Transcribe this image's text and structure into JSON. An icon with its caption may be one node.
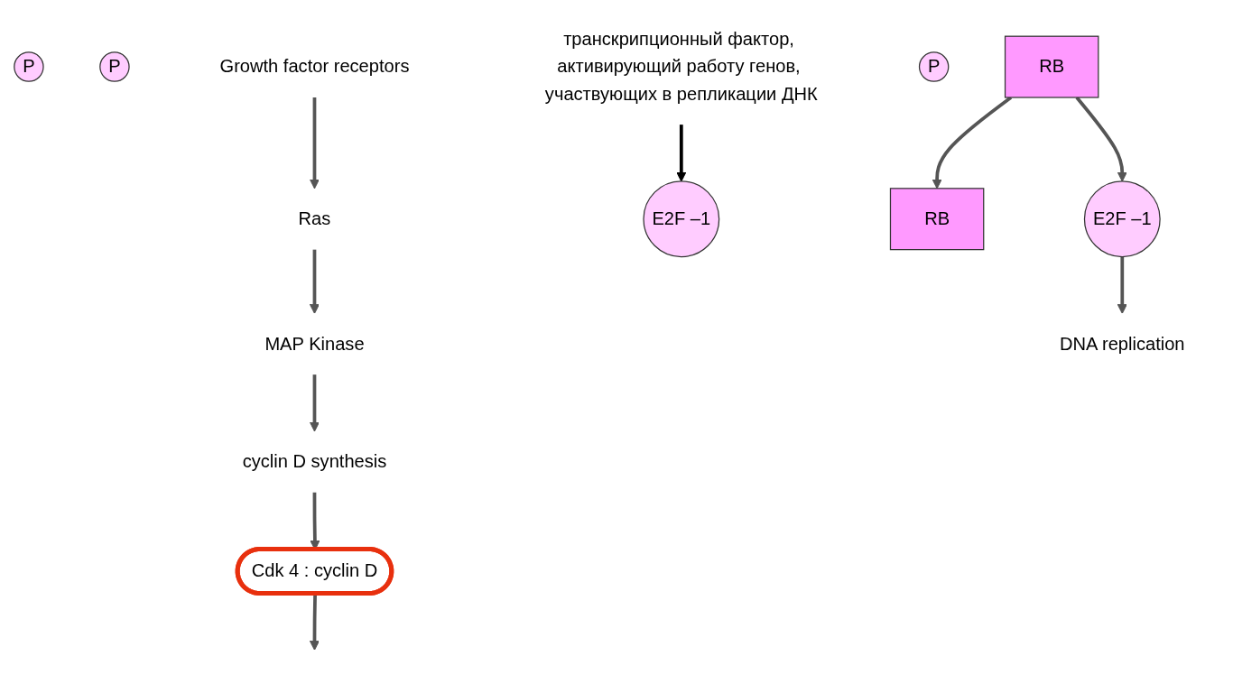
{
  "diagram": {
    "nodes": [
      {
        "text": [
          "P"
        ]
      },
      {
        "text": [
          "P"
        ]
      },
      {
        "text": [
          "Growth factor receptors"
        ]
      },
      {
        "text": [
          "Ras"
        ]
      },
      {
        "text": [
          "MAP Kinase"
        ]
      },
      {
        "text": [
          "cyclin D synthesis"
        ]
      },
      {
        "text": [
          "Cdk 4 : cyclin D"
        ]
      },
      {
        "text": [
          "RB"
        ]
      },
      {
        "text": [
          "E2F –1"
        ]
      },
      {
        "text": [
          "RB"
        ]
      },
      {
        "text": [
          "P"
        ]
      },
      {
        "text": [
          "E2F –1"
        ]
      },
      {
        "text": [
          "DNA replication"
        ]
      },
      {
        "text": [
          "транскрипционный фактор, активирующий работу генов, участвующих в репликации ДНК"
        ]
      }
    ],
    "edges": [
      {
        "from": 2,
        "to": 3,
        "arrow": "to"
      },
      {
        "from": 3,
        "to": 4,
        "arrow": "to"
      },
      {
        "from": 4,
        "to": 5,
        "arrow": "to"
      },
      {
        "from": 5,
        "to": 6,
        "arrow": "to"
      },
      {
        "from": 6,
        "to": null,
        "arrow": "to"
      },
      {
        "from": 7,
        "to": 9,
        "arrow": "to"
      },
      {
        "from": 7,
        "to": 11,
        "arrow": "to"
      },
      {
        "from": 11,
        "to": 12,
        "arrow": "to"
      },
      {
        "from": 13,
        "to": 8,
        "arrow": "to",
        "color": "#000000"
      }
    ]
  }
}
